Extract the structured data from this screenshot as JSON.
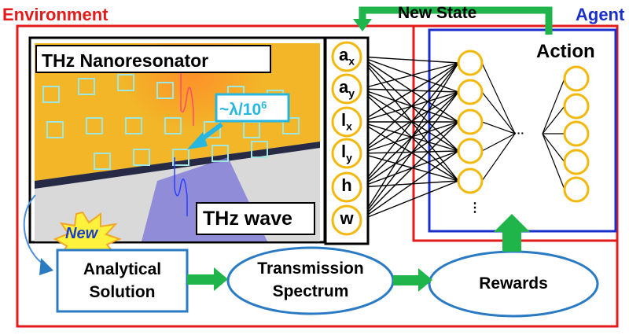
{
  "titles": {
    "environment": "Environment",
    "agent": "Agent",
    "new_state": "New State",
    "action": "Action"
  },
  "image_panel": {
    "title": "THz Nanoresonator",
    "wave_label": "THz wave",
    "scale_label": "~λ/10",
    "scale_exponent": "6"
  },
  "parameters": [
    {
      "base": "a",
      "sub": "x"
    },
    {
      "base": "a",
      "sub": "y"
    },
    {
      "base": "l",
      "sub": "x"
    },
    {
      "base": "l",
      "sub": "y"
    },
    {
      "base": "h",
      "sub": ""
    },
    {
      "base": "w",
      "sub": ""
    }
  ],
  "flow": {
    "new_badge": "New",
    "analytical_line1": "Analytical",
    "analytical_line2": "Solution",
    "transmission_line1": "Transmission",
    "transmission_line2": "Spectrum",
    "rewards": "Rewards"
  },
  "network": {
    "ellipsis_horizontal": "···",
    "ellipsis_vertical": "⋮"
  },
  "colors": {
    "environment": "#e31b1b",
    "agent": "#1a2fcc",
    "arrow": "#1fb54a",
    "node": "#f2b90c",
    "flow_box": "#2b7bc4",
    "scale_label": "#26b6e0"
  }
}
